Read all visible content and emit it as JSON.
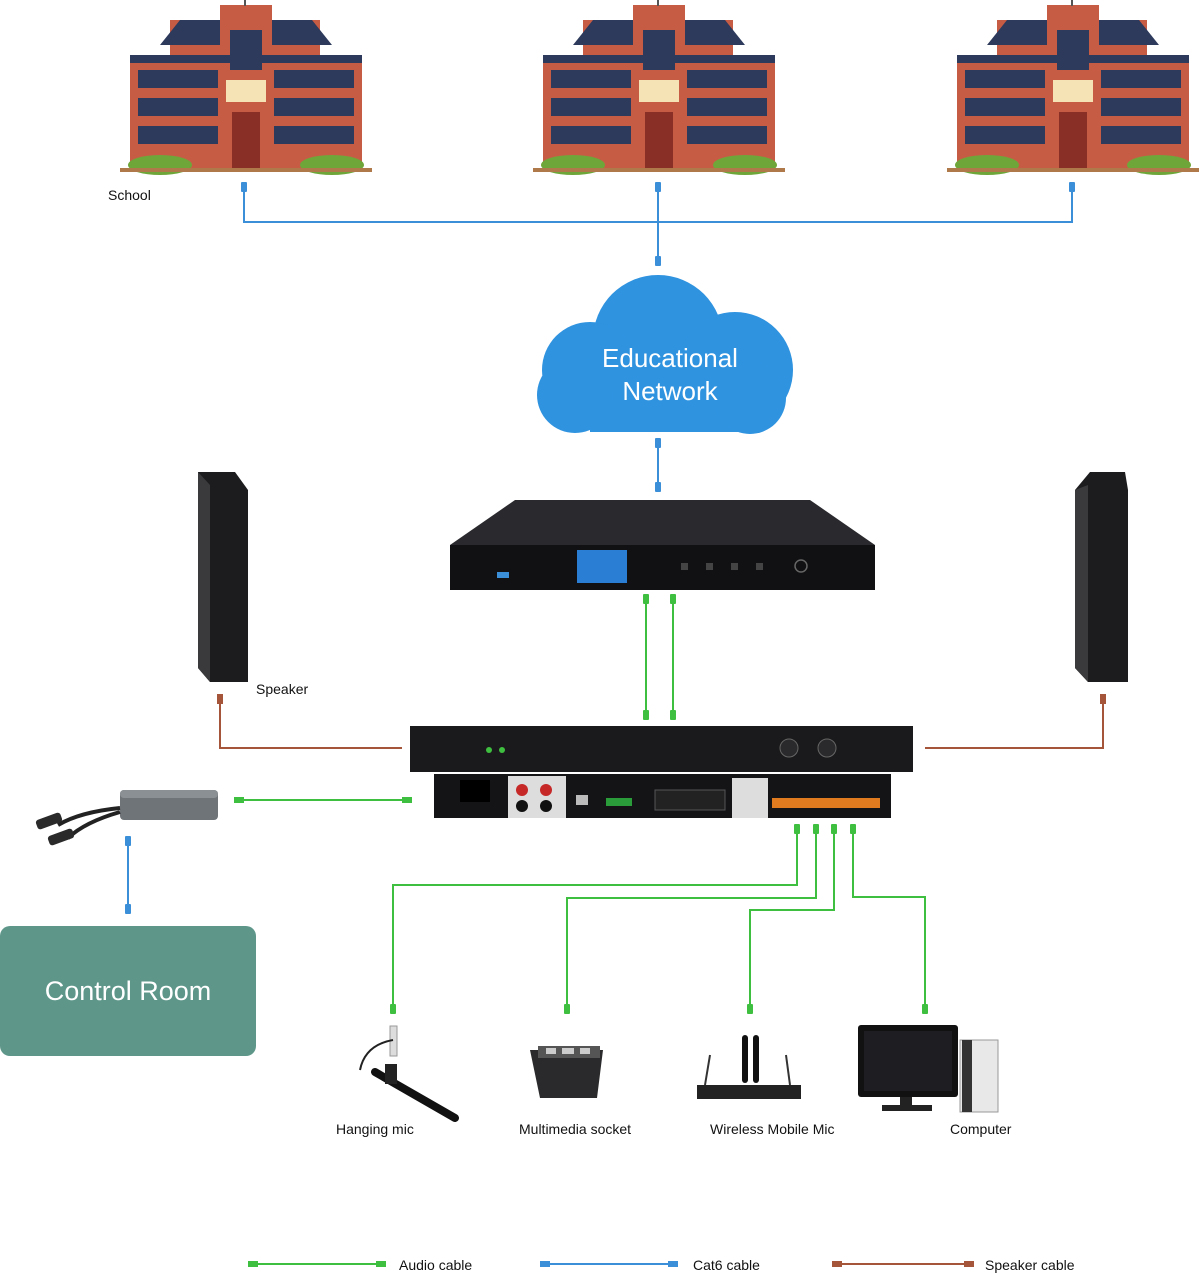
{
  "diagram": {
    "labels": {
      "school": "School",
      "cloud_line1": "Educational",
      "cloud_line2": "Network",
      "speaker": "Speaker",
      "control_room": "Control Room",
      "hanging_mic": "Hanging mic",
      "multimedia_socket": "Multimedia socket",
      "wireless_mobile_mic": "Wireless Mobile Mic",
      "computer": "Computer"
    },
    "legend": [
      {
        "label": "Audio cable",
        "color": "#3fbf3f"
      },
      {
        "label": "Cat6 cable",
        "color": "#3a8fd8"
      },
      {
        "label": "Speaker cable",
        "color": "#a4553a"
      }
    ],
    "colors": {
      "cloud": "#2f93e0",
      "control_room": "#5e978a",
      "building_brick": "#c75c45",
      "building_roof": "#2e3a5c",
      "device_body": "#1b1b1d"
    }
  }
}
